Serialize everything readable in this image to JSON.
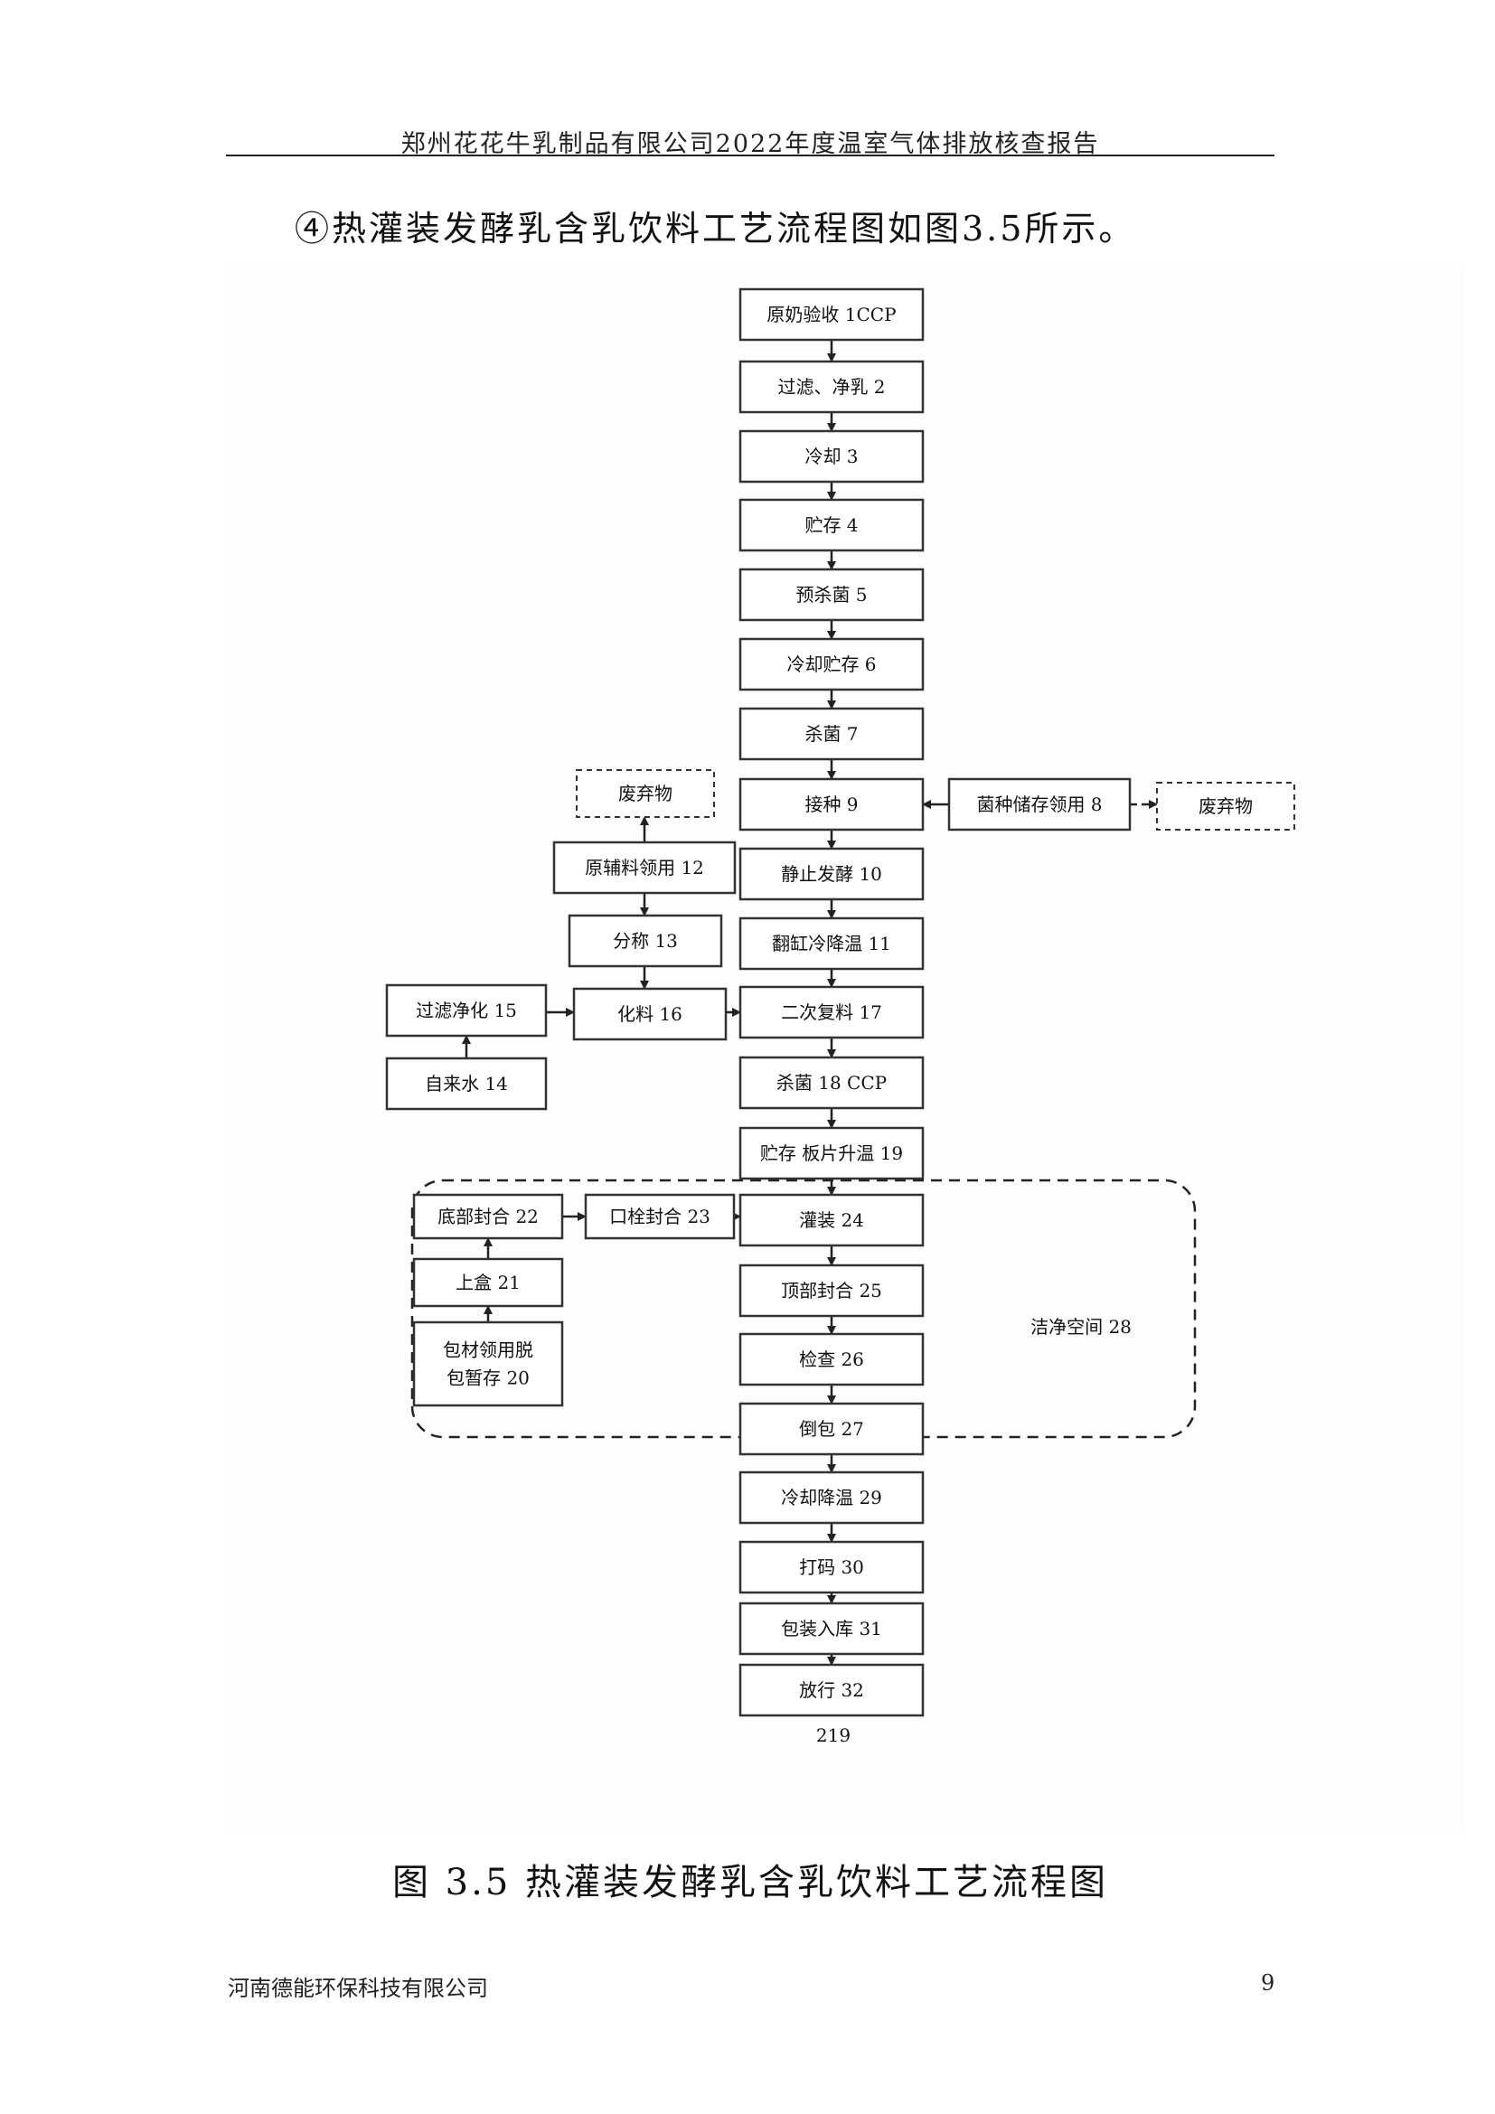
{
  "header": {
    "title": "郑州花花牛乳制品有限公司2022年度温室气体排放核查报告"
  },
  "intro": "④热灌装发酵乳含乳饮料工艺流程图如图3.5所示。",
  "figure": {
    "nodes": [
      {
        "id": "n1",
        "label": "原奶验收 1CCP"
      },
      {
        "id": "n2",
        "label": "过滤、净乳 2"
      },
      {
        "id": "n3",
        "label": "冷却 3"
      },
      {
        "id": "n4",
        "label": "贮存 4"
      },
      {
        "id": "n5",
        "label": "预杀菌 5"
      },
      {
        "id": "n6",
        "label": "冷却贮存 6"
      },
      {
        "id": "n7",
        "label": "杀菌 7"
      },
      {
        "id": "n8",
        "label": "菌种储存领用 8"
      },
      {
        "id": "n9",
        "label": "接种 9"
      },
      {
        "id": "n10",
        "label": "静止发酵 10"
      },
      {
        "id": "n11",
        "label": "翻缸冷降温 11"
      },
      {
        "id": "n12",
        "label": "原辅料领用 12"
      },
      {
        "id": "n13",
        "label": "分称 13"
      },
      {
        "id": "n14",
        "label": "自来水 14"
      },
      {
        "id": "n15",
        "label": "过滤净化 15"
      },
      {
        "id": "n16",
        "label": "化料 16"
      },
      {
        "id": "n17",
        "label": "二次复料 17"
      },
      {
        "id": "n18",
        "label": "杀菌 18 CCP"
      },
      {
        "id": "n19",
        "label": "贮存 板片升温 19"
      },
      {
        "id": "n20a",
        "label": "包材领用脱"
      },
      {
        "id": "n20b",
        "label": "包暂存 20"
      },
      {
        "id": "n21",
        "label": "上盒 21"
      },
      {
        "id": "n22",
        "label": "底部封合 22"
      },
      {
        "id": "n23",
        "label": "口栓封合 23"
      },
      {
        "id": "n24",
        "label": "灌装 24"
      },
      {
        "id": "n25",
        "label": "顶部封合 25"
      },
      {
        "id": "n26",
        "label": "检查 26"
      },
      {
        "id": "n27",
        "label": "倒包 27"
      },
      {
        "id": "n28",
        "label": "洁净空间 28"
      },
      {
        "id": "n29",
        "label": "冷却降温 29"
      },
      {
        "id": "n30",
        "label": "打码 30"
      },
      {
        "id": "n31",
        "label": "包装入库 31"
      },
      {
        "id": "n32",
        "label": "放行 32"
      },
      {
        "id": "w1",
        "label": "废弃物"
      },
      {
        "id": "w2",
        "label": "废弃物"
      }
    ],
    "page_number_in_figure": "219"
  },
  "caption": "图 3.5  热灌装发酵乳含乳饮料工艺流程图",
  "footer": {
    "company": "河南德能环保科技有限公司",
    "page": "9"
  }
}
